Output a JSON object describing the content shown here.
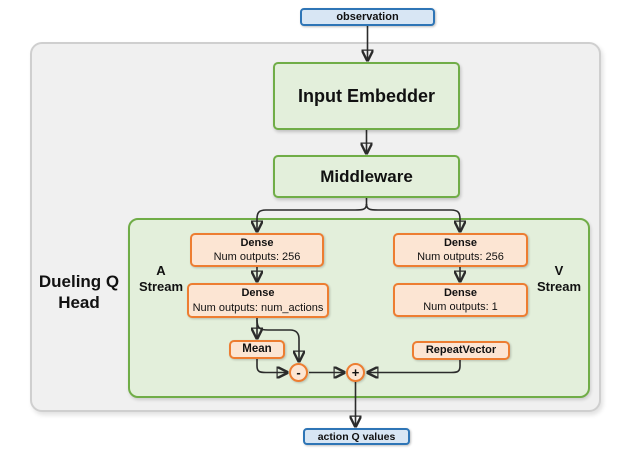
{
  "diagram": {
    "observation_label": "observation",
    "action_label": "action Q values",
    "input_embedder_label": "Input Embedder",
    "middleware_label": "Middleware",
    "head_label": {
      "line1": "Dueling Q",
      "line2": "Head"
    },
    "a_stream_label": {
      "line1": "A",
      "line2": "Stream"
    },
    "v_stream_label": {
      "line1": "V",
      "line2": "Stream"
    },
    "a_stream": {
      "dense1": {
        "title": "Dense",
        "subtitle": "Num outputs: 256"
      },
      "dense2": {
        "title": "Dense",
        "subtitle": "Num outputs: num_actions"
      },
      "mean": "Mean"
    },
    "v_stream": {
      "dense1": {
        "title": "Dense",
        "subtitle": "Num outputs: 256"
      },
      "dense2": {
        "title": "Dense",
        "subtitle": "Num outputs: 1"
      },
      "repeat_vector": "RepeatVector"
    },
    "operators": {
      "subtract": "-",
      "add": "+"
    },
    "colors": {
      "blue_fill": "#d8e6f4",
      "blue_border": "#2e75b6",
      "green_fill": "#e3efdb",
      "green_border": "#70ad47",
      "orange_fill": "#fce5d3",
      "orange_border": "#ed7d31",
      "panel_fill": "#f0f0f0",
      "panel_border": "#cfcfcf",
      "arrow": "#2b2b2b"
    }
  }
}
